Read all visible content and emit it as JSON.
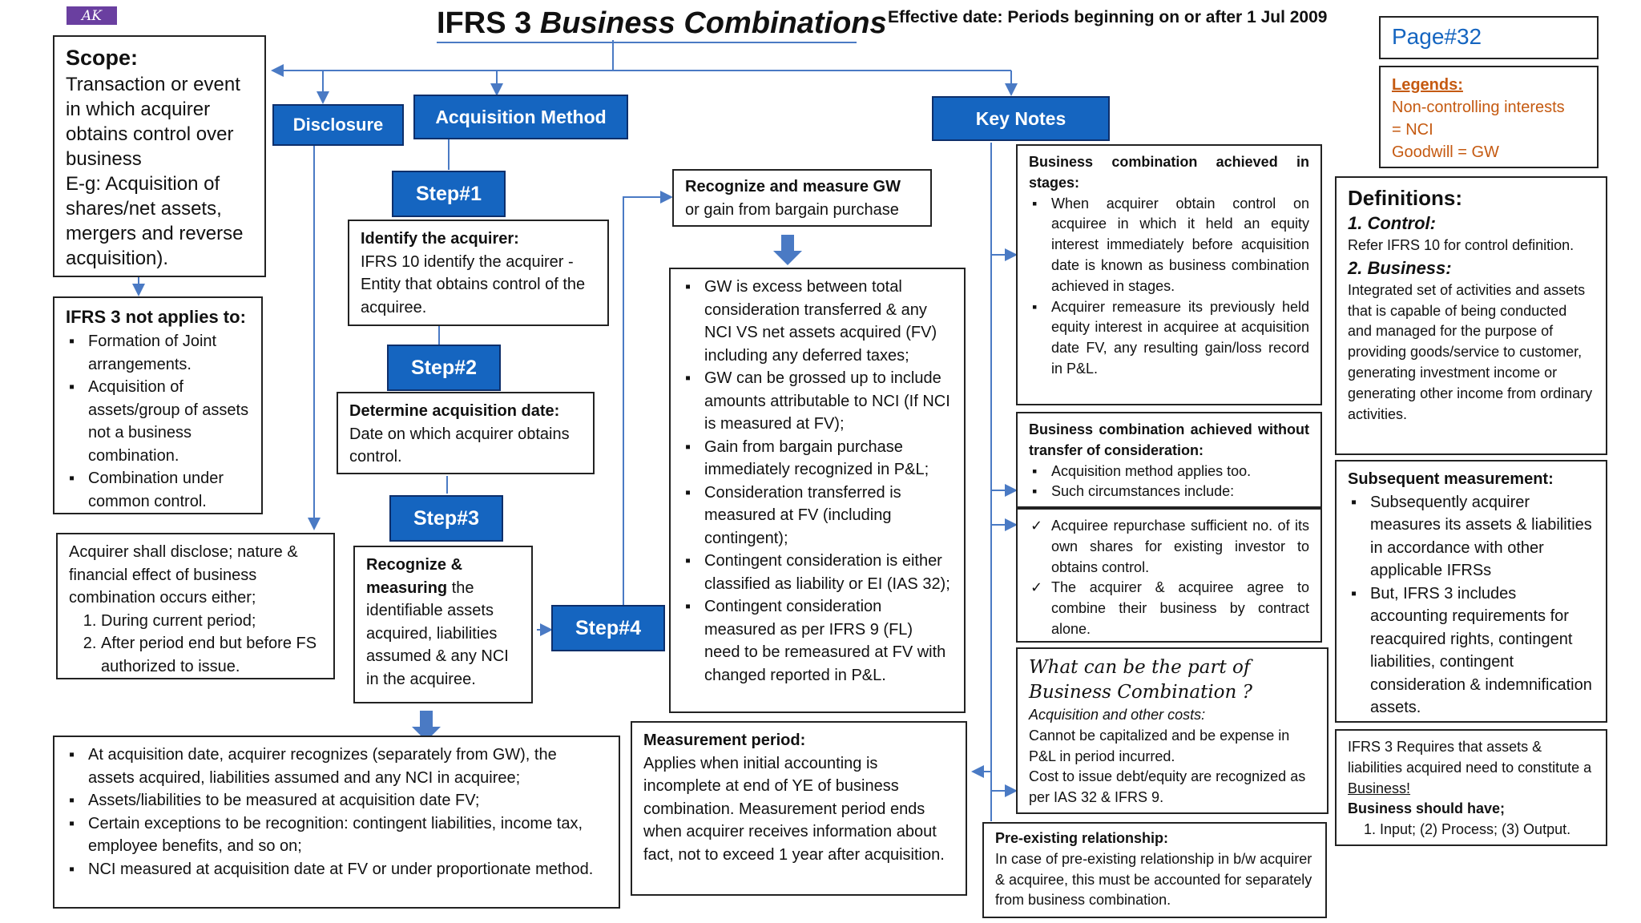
{
  "header": {
    "logo": "AK",
    "title_plain": "IFRS 3 ",
    "title_italic": "Business Combinations",
    "effective_date": "Effective date: Periods beginning on or after 1 Jul 2009",
    "page": "Page#32"
  },
  "legends": {
    "heading": "Legends:",
    "line1": "Non-controlling interests",
    "line2": "= NCI",
    "line3": "Goodwill = GW"
  },
  "scope": {
    "heading": "Scope:",
    "text": "Transaction or event in which acquirer obtains control over business",
    "example": "E-g: Acquisition of shares/net assets, mergers and reverse acquisition)."
  },
  "not_applies": {
    "heading": "IFRS 3 not applies to:",
    "items": [
      "Formation of Joint arrangements.",
      "Acquisition of assets/group of assets not a business combination.",
      "Combination under common control."
    ]
  },
  "disclosure": {
    "label": "Disclosure",
    "intro": "Acquirer shall disclose; nature & financial effect of business combination occurs either;",
    "items": [
      "During current period;",
      "After period end but before FS authorized to issue."
    ]
  },
  "acquisition_method": {
    "label": "Acquisition Method"
  },
  "step1": {
    "label": "Step#1",
    "heading": "Identify the acquirer:",
    "text": "IFRS 10 identify the acquirer - Entity that obtains control of the acquiree."
  },
  "step2": {
    "label": "Step#2",
    "heading": "Determine acquisition date:",
    "text": "Date on which acquirer obtains control."
  },
  "step3": {
    "label": "Step#3",
    "heading_bold": "Recognize & measuring",
    "text": " the identifiable assets acquired, liabilities assumed & any NCI in the acquiree."
  },
  "step4": {
    "label": "Step#4"
  },
  "recognition": {
    "items": [
      "At acquisition date, acquirer recognizes (separately from GW), the assets acquired, liabilities assumed and any NCI in acquiree;",
      "Assets/liabilities to be measured at acquisition date FV;",
      "Certain exceptions to be recognition: contingent liabilities, income tax, employee benefits, and so on;",
      "NCI measured at acquisition date at FV or under proportionate method."
    ]
  },
  "gw": {
    "heading": "Recognize and measure GW",
    "subheading": "or gain from bargain purchase",
    "items": [
      "GW is excess between total consideration transferred & any NCI VS net assets acquired (FV) including any deferred taxes;",
      "GW can be grossed up to include amounts attributable to NCI (If NCI is measured at FV);",
      "Gain from bargain purchase immediately recognized in P&L;",
      "Consideration transferred is measured at FV (including contingent);",
      "Contingent consideration is either classified as liability or EI (IAS 32);",
      "Contingent consideration measured as per IFRS 9 (FL) need to be remeasured at FV with changed reported in P&L."
    ]
  },
  "measurement_period": {
    "heading": "Measurement period:",
    "text": "Applies when initial accounting is incomplete at end of YE of business combination. Measurement period ends when acquirer receives information about fact, not to exceed 1 year after acquisition."
  },
  "key_notes": {
    "label": "Key Notes"
  },
  "stages": {
    "heading": "Business combination achieved in stages:",
    "items": [
      "When acquirer obtain control on acquiree in which it held an equity interest immediately before acquisition date is known as business combination achieved in stages.",
      "Acquirer remeasure its previously held equity interest in acquiree at acquisition date FV, any resulting gain/loss record in P&L."
    ]
  },
  "no_transfer": {
    "heading": "Business combination achieved without transfer of consideration:",
    "items": [
      "Acquisition method applies too.",
      "Such circumstances include:"
    ],
    "checks": [
      "Acquiree repurchase sufficient no. of its own shares for existing investor to obtains control.",
      "The acquirer & acquiree agree to combine their business by contract alone."
    ]
  },
  "part_of": {
    "heading": "What can be the part of Business Combination ?",
    "subheading": "Acquisition and other costs:",
    "line1": "Cannot be capitalized and be expense in P&L in period incurred.",
    "line2": "Cost to issue debt/equity are recognized as per IAS 32 & IFRS 9."
  },
  "pre_existing": {
    "heading": "Pre-existing relationship:",
    "text": "In case of pre-existing relationship in b/w acquirer & acquiree, this must be accounted for separately from business combination."
  },
  "definitions": {
    "heading": "Definitions:",
    "control_heading": "1. Control:",
    "control_text": "Refer IFRS 10 for control definition.",
    "business_heading": "2. Business:",
    "business_text": "Integrated set of activities and assets that is capable of being conducted and managed for the purpose of providing goods/service to customer, generating investment income or generating other income from ordinary activities."
  },
  "subsequent": {
    "heading": "Subsequent measurement:",
    "items": [
      "Subsequently acquirer measures its assets & liabilities in accordance with other applicable IFRSs",
      "But, IFRS 3 includes accounting requirements for reacquired rights, contingent liabilities, contingent consideration & indemnification assets."
    ]
  },
  "requires": {
    "text1": "IFRS 3 Requires that assets & liabilities acquired need to constitute a ",
    "link": "Business!",
    "heading": "Business should have;",
    "item": "Input; (2) Process; (3) Output."
  },
  "colors": {
    "blue": "#1565c0",
    "line": "#4a7ac4",
    "orange": "#c55a11",
    "purple": "#6a3fa0"
  }
}
